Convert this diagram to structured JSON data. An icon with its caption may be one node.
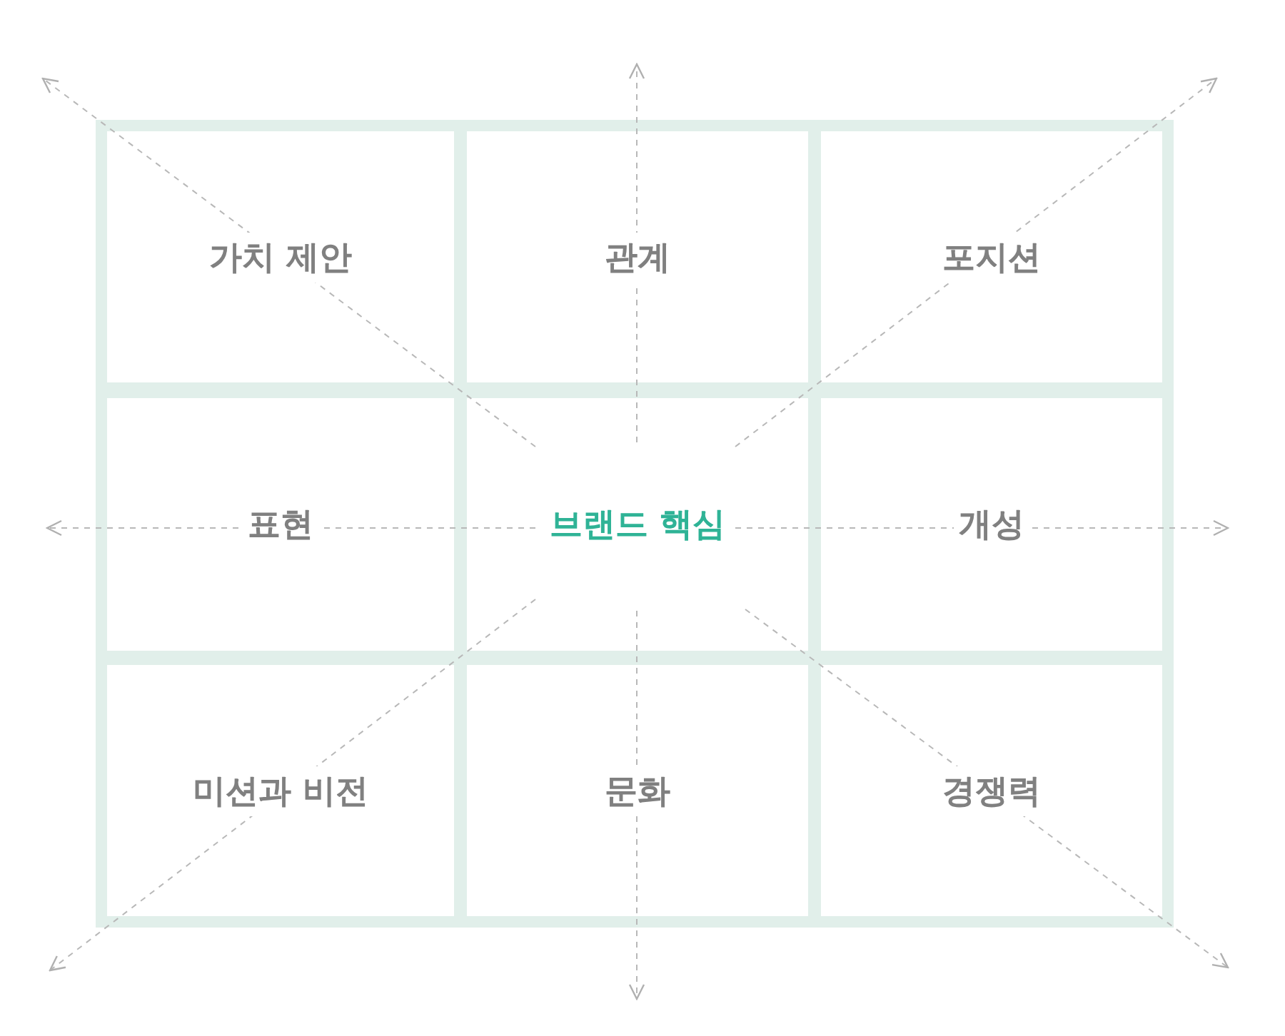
{
  "diagram": {
    "nodes": [
      {
        "text": [
          "가치 제안"
        ]
      },
      {
        "text": [
          "관계"
        ]
      },
      {
        "text": [
          "포지션"
        ]
      },
      {
        "text": [
          "표현"
        ]
      },
      {
        "text": [
          "브랜드 핵심"
        ]
      },
      {
        "text": [
          "개성"
        ]
      },
      {
        "text": [
          "미션과 비전"
        ]
      },
      {
        "text": [
          "문화"
        ]
      },
      {
        "text": [
          "경쟁력"
        ]
      }
    ],
    "edges": [
      {
        "from": 4,
        "to": null,
        "arrow": "to",
        "style": "dashed"
      },
      {
        "from": 4,
        "to": null,
        "arrow": "to",
        "style": "dashed"
      },
      {
        "from": 4,
        "to": null,
        "arrow": "to",
        "style": "dashed"
      },
      {
        "from": 4,
        "to": null,
        "arrow": "to",
        "style": "dashed"
      },
      {
        "from": 4,
        "to": null,
        "arrow": "to",
        "style": "dashed"
      },
      {
        "from": 4,
        "to": null,
        "arrow": "to",
        "style": "dashed"
      },
      {
        "from": 4,
        "to": null,
        "arrow": "to",
        "style": "dashed"
      },
      {
        "from": 4,
        "to": null,
        "arrow": "to",
        "style": "dashed"
      }
    ]
  }
}
